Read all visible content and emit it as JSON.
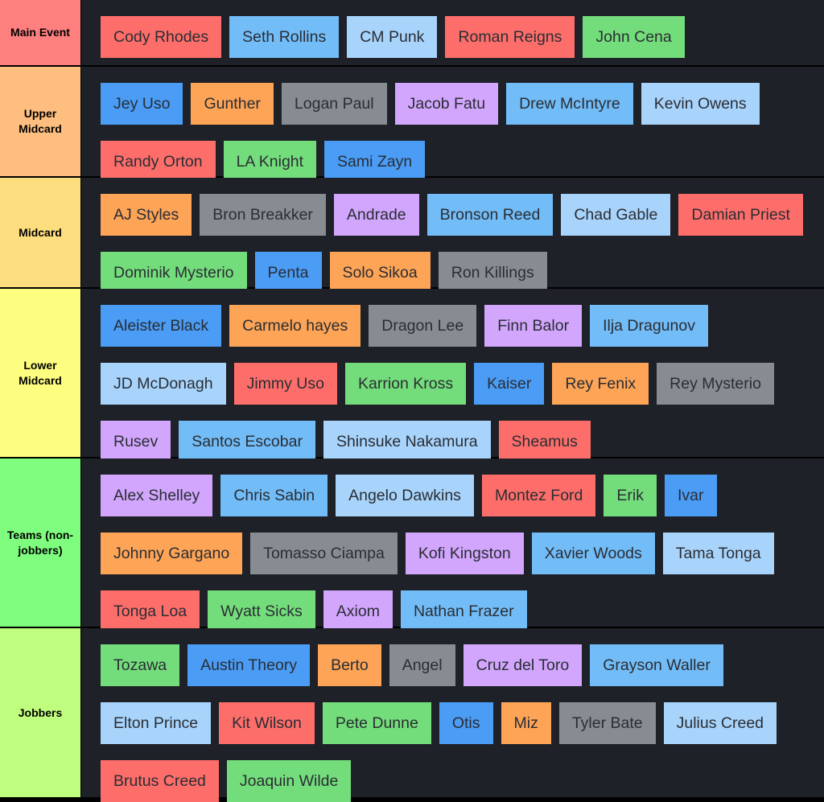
{
  "colors": {
    "red": "#fd6e6a",
    "blue": "#4a9cf5",
    "lightblue": "#72bcf7",
    "paleblue": "#a8d4fb",
    "green": "#74dd7b",
    "orange": "#fda456",
    "gray": "#878c93",
    "purple": "#d1a6fc",
    "panel_background": "#1f2128"
  },
  "tiers": [
    {
      "label": "Main Event",
      "color": "#fd7f7e",
      "items": [
        {
          "name": "Cody Rhodes",
          "color": "red"
        },
        {
          "name": "Seth Rollins",
          "color": "lightblue"
        },
        {
          "name": "CM Punk",
          "color": "paleblue"
        },
        {
          "name": "Roman Reigns",
          "color": "red"
        },
        {
          "name": "John Cena",
          "color": "green"
        }
      ]
    },
    {
      "label": "Upper\nMidcard",
      "color": "#fdbe7f",
      "items": [
        {
          "name": "Jey Uso",
          "color": "blue"
        },
        {
          "name": "Gunther",
          "color": "orange"
        },
        {
          "name": "Logan Paul",
          "color": "gray"
        },
        {
          "name": "Jacob Fatu",
          "color": "purple"
        },
        {
          "name": "Drew McIntyre",
          "color": "lightblue"
        },
        {
          "name": "Kevin Owens",
          "color": "paleblue"
        },
        {
          "name": "Randy Orton",
          "color": "red"
        },
        {
          "name": "LA Knight",
          "color": "green"
        },
        {
          "name": "Sami Zayn",
          "color": "blue"
        }
      ]
    },
    {
      "label": "Midcard",
      "color": "#fdde7f",
      "items": [
        {
          "name": "AJ Styles",
          "color": "orange"
        },
        {
          "name": "Bron Breakker",
          "color": "gray"
        },
        {
          "name": "Andrade",
          "color": "purple"
        },
        {
          "name": "Bronson Reed",
          "color": "lightblue"
        },
        {
          "name": "Chad Gable",
          "color": "paleblue"
        },
        {
          "name": "Damian Priest",
          "color": "red"
        },
        {
          "name": "Dominik Mysterio",
          "color": "green"
        },
        {
          "name": "Penta",
          "color": "blue"
        },
        {
          "name": "Solo Sikoa",
          "color": "orange"
        },
        {
          "name": "Ron Killings",
          "color": "gray"
        }
      ]
    },
    {
      "label": "Lower\nMidcard",
      "color": "#fdfd7f",
      "items": [
        {
          "name": "Aleister Black",
          "color": "blue"
        },
        {
          "name": "Carmelo hayes",
          "color": "orange"
        },
        {
          "name": "Dragon Lee",
          "color": "gray"
        },
        {
          "name": "Finn Balor",
          "color": "purple"
        },
        {
          "name": "Ilja Dragunov",
          "color": "lightblue"
        },
        {
          "name": "JD McDonagh",
          "color": "paleblue"
        },
        {
          "name": "Jimmy Uso",
          "color": "red"
        },
        {
          "name": "Karrion Kross",
          "color": "green"
        },
        {
          "name": "Kaiser",
          "color": "blue"
        },
        {
          "name": "Rey Fenix",
          "color": "orange"
        },
        {
          "name": "Rey Mysterio",
          "color": "gray"
        },
        {
          "name": "Rusev",
          "color": "purple"
        },
        {
          "name": "Santos Escobar",
          "color": "lightblue"
        },
        {
          "name": "Shinsuke Nakamura",
          "color": "paleblue"
        },
        {
          "name": "Sheamus",
          "color": "red"
        }
      ]
    },
    {
      "label": "Teams (non-\njobbers)",
      "color": "#7ffd7f",
      "items": [
        {
          "name": "Alex Shelley",
          "color": "purple"
        },
        {
          "name": "Chris Sabin",
          "color": "lightblue"
        },
        {
          "name": "Angelo Dawkins",
          "color": "paleblue"
        },
        {
          "name": "Montez Ford",
          "color": "red"
        },
        {
          "name": "Erik",
          "color": "green"
        },
        {
          "name": "Ivar",
          "color": "blue"
        },
        {
          "name": "Johnny Gargano",
          "color": "orange"
        },
        {
          "name": "Tomasso Ciampa",
          "color": "gray"
        },
        {
          "name": "Kofi Kingston",
          "color": "purple"
        },
        {
          "name": "Xavier Woods",
          "color": "lightblue"
        },
        {
          "name": "Tama Tonga",
          "color": "paleblue"
        },
        {
          "name": "Tonga Loa",
          "color": "red"
        },
        {
          "name": "Wyatt Sicks",
          "color": "green"
        },
        {
          "name": "Axiom",
          "color": "purple"
        },
        {
          "name": "Nathan Frazer",
          "color": "lightblue"
        }
      ]
    },
    {
      "label": "Jobbers",
      "color": "#bffd7f",
      "items": [
        {
          "name": "Tozawa",
          "color": "green"
        },
        {
          "name": "Austin Theory",
          "color": "blue"
        },
        {
          "name": "Berto",
          "color": "orange"
        },
        {
          "name": "Angel",
          "color": "gray"
        },
        {
          "name": "Cruz del Toro",
          "color": "purple"
        },
        {
          "name": "Grayson Waller",
          "color": "lightblue"
        },
        {
          "name": "Elton Prince",
          "color": "paleblue"
        },
        {
          "name": "Kit Wilson",
          "color": "red"
        },
        {
          "name": "Pete Dunne",
          "color": "green"
        },
        {
          "name": "Otis",
          "color": "blue"
        },
        {
          "name": "Miz",
          "color": "orange"
        },
        {
          "name": "Tyler Bate",
          "color": "gray"
        },
        {
          "name": "Julius Creed",
          "color": "paleblue"
        },
        {
          "name": "Brutus Creed",
          "color": "red"
        },
        {
          "name": "Joaquin Wilde",
          "color": "green"
        }
      ]
    }
  ]
}
